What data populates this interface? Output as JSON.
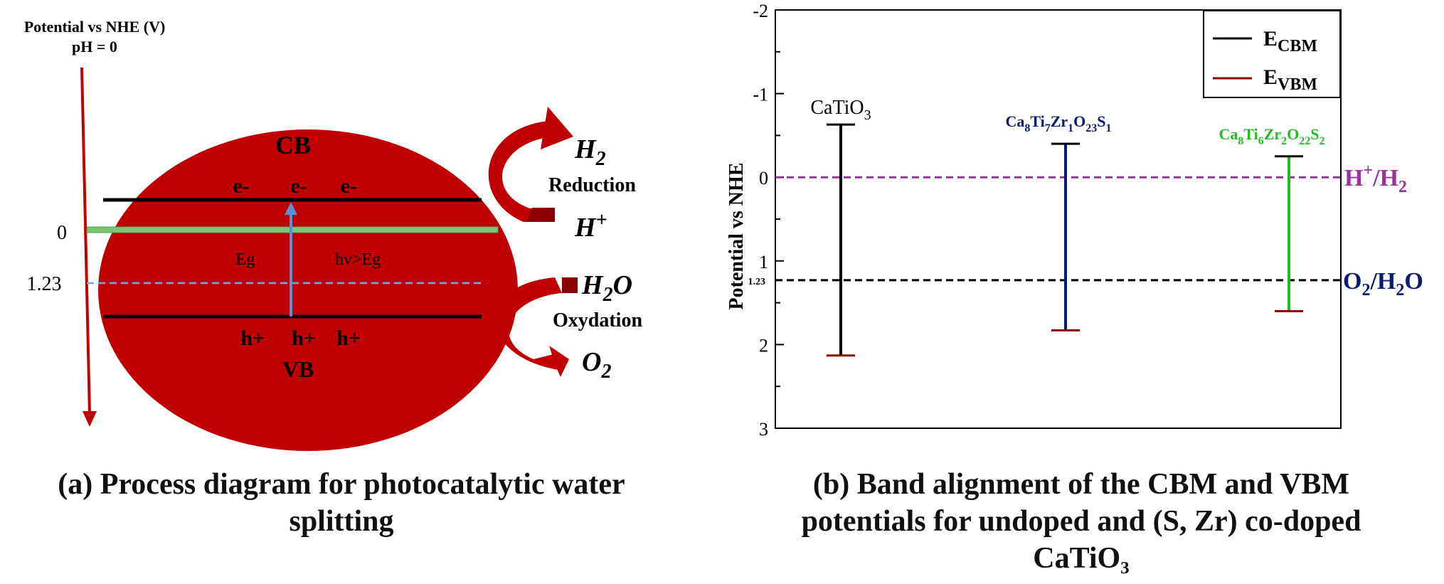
{
  "panel_a": {
    "axis_title_line1": "Potential vs NHE (V)",
    "axis_title_line2": "pH = 0",
    "tick_zero": "0",
    "tick_123": "1.23",
    "cb_label": "CB",
    "vb_label": "VB",
    "electron": "e-",
    "hole": "h+",
    "eg_label": "Eg",
    "hv_label": "hv>Eg",
    "h2_main": "H",
    "h2_sub": "2",
    "reduction": "Reduction",
    "hplus_main": "H",
    "hplus_sup": "+",
    "h2o_h": "H",
    "h2o_sub": "2",
    "h2o_o": "O",
    "oxidation": "Oxydation",
    "o2_main": "O",
    "o2_sub": "2",
    "caption_line1": "(a) Process diagram for photocatalytic water",
    "caption_line2": "splitting",
    "colors": {
      "ellipse": "#c00000",
      "arrow": "#c00000",
      "band_line": "#000000",
      "zero_line": "#66cc66",
      "vertical_arrow": "#5b8fd6"
    }
  },
  "panel_b": {
    "ylabel": "Potential vs NHE",
    "tick_labels": [
      "-2",
      "-1",
      "0",
      "1",
      "2",
      "3"
    ],
    "tick_123": "1.23",
    "legend_cbm_main": "E",
    "legend_cbm_sub": "CBM",
    "legend_vbm_main": "E",
    "legend_vbm_sub": "VBM",
    "label_catio3": {
      "parts": [
        "CaTiO",
        "3"
      ]
    },
    "label_doped1": {
      "parts": [
        "Ca",
        "8",
        "Ti",
        "7",
        "Zr",
        "1",
        "O",
        "23",
        "S",
        "1"
      ]
    },
    "label_doped2": {
      "parts": [
        "Ca",
        "8",
        "Ti",
        "6",
        "Zr",
        "2",
        "O",
        "22",
        "S",
        "2"
      ]
    },
    "ref_h": {
      "parts": [
        "H",
        "+",
        "/H",
        "2"
      ]
    },
    "ref_o": {
      "parts": [
        "O",
        "2",
        "/H",
        "2",
        "O"
      ]
    },
    "caption_line1": "(b) Band alignment of the CBM and VBM",
    "caption_line2": "potentials for undoped and (S, Zr) co-doped",
    "caption_line3": "CaTiO₃",
    "colors": {
      "cbm": "#000000",
      "vbm": "#8b0000",
      "ref_h2": "#9b30a0",
      "ref_o2": "#000000",
      "catio3": "#000000",
      "doped1": "#0a1a6e",
      "doped2": "#22bb22"
    }
  },
  "chart_data": {
    "type": "band_alignment",
    "ylabel": "Potential vs NHE",
    "ylim": [
      -2,
      3
    ],
    "y_inverted": true,
    "legend": [
      "E_CBM",
      "E_VBM"
    ],
    "legend_position": "top-right",
    "materials": [
      {
        "name": "CaTiO3",
        "cbm": -0.63,
        "vbm": 2.13
      },
      {
        "name": "Ca8Ti7Zr1O23S1",
        "cbm": -0.4,
        "vbm": 1.83
      },
      {
        "name": "Ca8Ti6Zr2O22S2",
        "cbm": -0.25,
        "vbm": 1.6
      }
    ],
    "reference_levels": [
      {
        "name": "H+/H2",
        "value": 0
      },
      {
        "name": "O2/H2O",
        "value": 1.23
      }
    ]
  }
}
